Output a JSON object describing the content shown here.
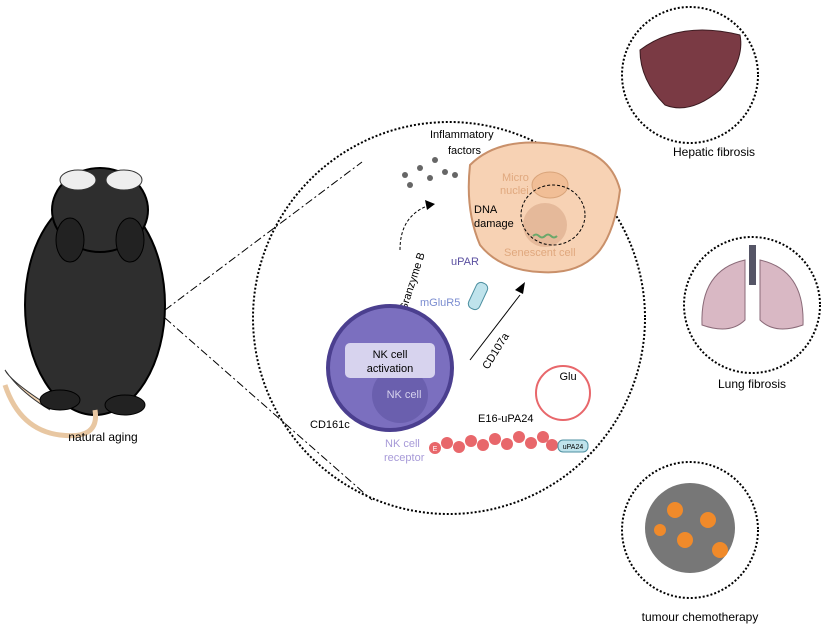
{
  "labels": {
    "natural_aging": "natural aging",
    "hepatic_fibrosis": "Hepatic fibrosis",
    "lung_fibrosis": "Lung fibrosis",
    "tumour_chemotherapy": "tumour chemotherapy",
    "inflammatory_1": "Inflammatory",
    "inflammatory_2": "factors",
    "micro_1": "Micro",
    "micro_2": "nuclei",
    "dna_1": "DNA",
    "dna_2": "damage",
    "senescent_cell": "Senescent cell",
    "upar": "uPAR",
    "upa24": "uPA24",
    "granzyme_b": "Granzyme B",
    "mglur5": "mGluR5",
    "cd107a": "CD107a",
    "nk_activation_1": "NK cell",
    "nk_activation_2": "activation",
    "nk_cell": "NK cell",
    "cd161c": "CD161c",
    "nk_receptor_1": "NK cell",
    "nk_receptor_2": "receptor",
    "e16_upa24": "E16-uPA24",
    "glu": "Glu",
    "e_bead": "E"
  },
  "colors": {
    "nk_cell": "#7b6fbf",
    "senescent_cell": "#f7d2b4",
    "e_bead": "#e8676b",
    "liver": "#7a3a44",
    "lung": "#d9b8c4",
    "tumour": "#777777",
    "tumour_spots": "#f08a2a"
  }
}
